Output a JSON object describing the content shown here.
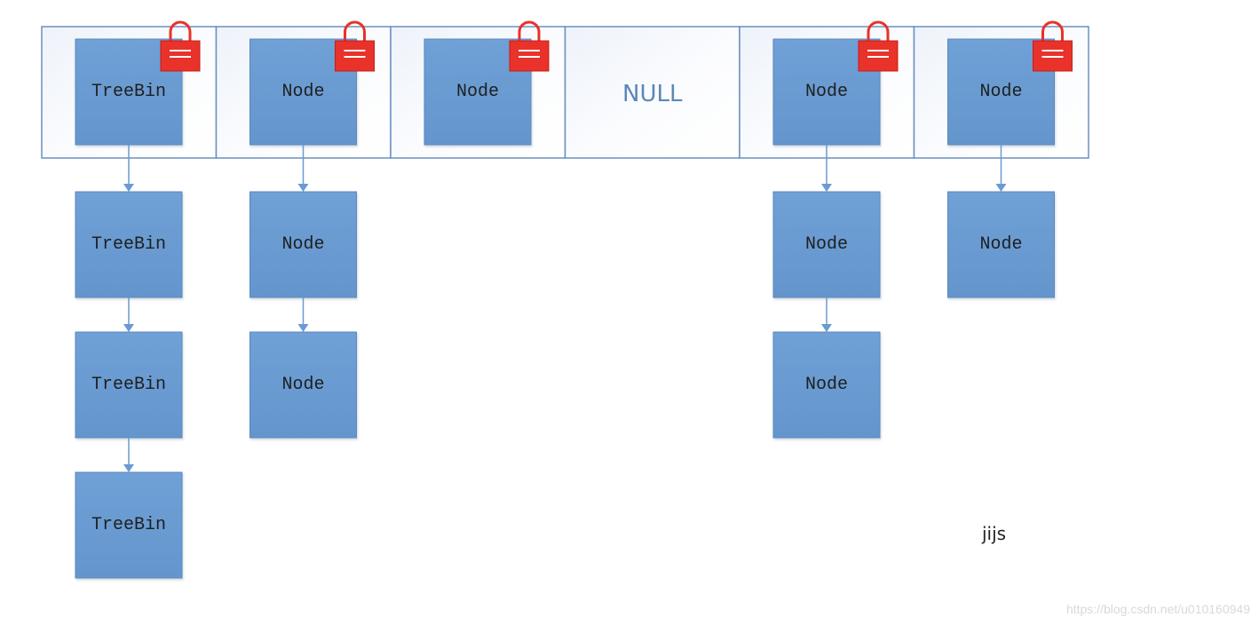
{
  "table": {
    "buckets": [
      {
        "label": "TreeBin",
        "locked": true,
        "chain": [
          "TreeBin",
          "TreeBin",
          "TreeBin"
        ]
      },
      {
        "label": "Node",
        "locked": true,
        "chain": [
          "Node",
          "Node"
        ]
      },
      {
        "label": "Node",
        "locked": true,
        "chain": []
      },
      {
        "label": "NULL",
        "locked": false,
        "chain": []
      },
      {
        "label": "Node",
        "locked": true,
        "chain": [
          "Node",
          "Node"
        ]
      },
      {
        "label": "Node",
        "locked": true,
        "chain": [
          "Node"
        ]
      }
    ]
  },
  "author": "jijs",
  "watermark": "https://blog.csdn.net/u010160949",
  "colors": {
    "node_fill": "#6a9bd1",
    "node_stroke": "#5a89bd",
    "bucket_border": "#6b8fc1",
    "arrow": "#6a9bd1",
    "lock": "#e8322a",
    "null_text": "#5b87b8"
  }
}
